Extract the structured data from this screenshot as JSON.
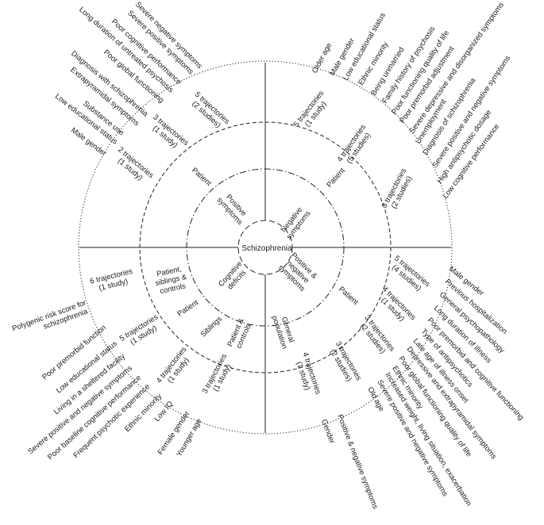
{
  "center": "Schizophrenia",
  "categories": [
    {
      "key": "positive",
      "label": [
        "Positive",
        "symptoms"
      ]
    },
    {
      "key": "negative",
      "label": [
        "Negative",
        "symptoms"
      ]
    },
    {
      "key": "posneg",
      "label": [
        "Positive &",
        "negative",
        "symptoms"
      ]
    },
    {
      "key": "cognitive",
      "label": [
        "Cognitive",
        "deficits"
      ]
    }
  ],
  "groups": [
    {
      "key": "pos_patient",
      "label": [
        "Patient"
      ]
    },
    {
      "key": "neg_patient",
      "label": [
        "Patient"
      ]
    },
    {
      "key": "pn_patient",
      "label": [
        "Patient"
      ]
    },
    {
      "key": "pn_general",
      "label": [
        "General",
        "population"
      ]
    },
    {
      "key": "cog_patient_controls",
      "label": [
        "Patient &",
        "controls"
      ]
    },
    {
      "key": "cog_siblings",
      "label": [
        "Siblings"
      ]
    },
    {
      "key": "cog_patient",
      "label": [
        "Patient"
      ]
    },
    {
      "key": "cog_psc",
      "label": [
        "Patient,",
        "siblings &",
        "controls"
      ]
    }
  ],
  "trajectories": [
    {
      "key": "pos5",
      "label": [
        "5 trajectories",
        "(2 studies)"
      ]
    },
    {
      "key": "pos3",
      "label": [
        "3 trajectories",
        "(1 study)"
      ]
    },
    {
      "key": "pos2",
      "label": [
        "2 trajectories",
        "(1 study)"
      ]
    },
    {
      "key": "neg5",
      "label": [
        "5 trajectories",
        "(1 study)"
      ]
    },
    {
      "key": "neg4",
      "label": [
        "4 trajectories",
        "(5 studies)"
      ]
    },
    {
      "key": "neg3",
      "label": [
        "3 trajectories",
        "(2 studies)"
      ]
    },
    {
      "key": "pn5",
      "label": [
        "5 trajectories",
        "(4 studies)"
      ]
    },
    {
      "key": "pn4",
      "label": [
        "4 trajectories",
        "(1 study)"
      ]
    },
    {
      "key": "pn3a",
      "label": [
        "3 trajectories",
        "(2 studies)"
      ]
    },
    {
      "key": "pn3b",
      "label": [
        "3 trajectories",
        "(2 studies)"
      ]
    },
    {
      "key": "gp4",
      "label": [
        "4 trajectories",
        "(1 study)"
      ]
    },
    {
      "key": "cog3",
      "label": [
        "3 trajectories",
        "(1 study)"
      ]
    },
    {
      "key": "cog4",
      "label": [
        "4 trajectories",
        "(1 study)"
      ]
    },
    {
      "key": "cog5",
      "label": [
        "5 trajectories",
        "(1 study)"
      ]
    },
    {
      "key": "cog6",
      "label": [
        "6 trajectories",
        "(1 study)"
      ]
    }
  ],
  "predictors": {
    "positive": [
      "Severe negative symptoms",
      "Severe positive symptoms",
      "Poor cognitive performance",
      "Long duration of untreated psychosis",
      "Poor global functioning",
      "Diagnosis with schizophrenia",
      "Extrapyramidal symptoms",
      "Substance use",
      "Low educational status",
      "Male gender"
    ],
    "negative": [
      "Older age",
      "Male gender",
      "Low educational status",
      "Ethnic minority",
      "Being unmarried",
      "Family history of psychosis",
      "Poor functioning quality of life",
      "Poor premorbid adjustment",
      "Severe depressive and disorganized symptoms",
      "Unemployment",
      "Diagnosis of schizophrenia",
      "Severe positive and negative symptoms",
      "High antipsychotic dosage",
      "Low cognitive performance"
    ],
    "posneg": [
      "Male gender",
      "Previous hospitalization",
      "General psychopathology",
      "Long duration of illness",
      "Poor premorbid and cognitive functioning",
      "Type of antipsychotics",
      "Late age of illness onset",
      "Depressive and extrapyramidal symptoms",
      "Poor global functioning quality of life",
      "Ethnic minority",
      "Increased weight, living situation, exacerbation",
      "Severe positive and negative symptoms",
      "Old age",
      "Positive & negative symptoms",
      "Gender"
    ],
    "cognitive": [
      "Polygenic risk score for",
      "schizophrenia",
      "Poor premorbid function",
      "Low educational status",
      "Living in a sheltered facility",
      "Severe positive and negative symptoms",
      "Poor baseline cognitive performance",
      "Frequent psychotic experience",
      "Ethnic minority",
      "Low IQ",
      "Female gender",
      "Younger age"
    ]
  }
}
